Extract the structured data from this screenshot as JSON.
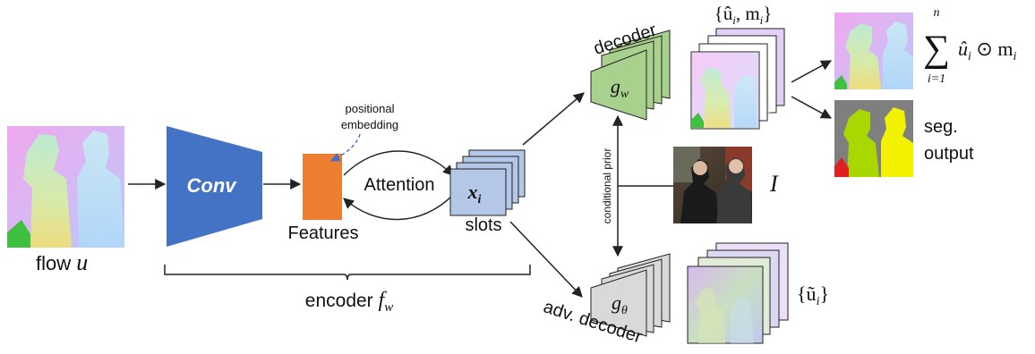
{
  "labels": {
    "flow_word": "flow",
    "flow_var": "u",
    "conv": "Conv",
    "positional": "positional",
    "embedding": "embedding",
    "features": "Features",
    "attention": "Attention",
    "slot_var": "x",
    "slot_sub": "i",
    "slots": "slots",
    "encoder_word": "encoder",
    "encoder_var": "f",
    "encoder_sub": "w",
    "decoder": "decoder",
    "decoder_var": "g",
    "decoder_sub": "w",
    "adv_decoder": "adv. decoder",
    "adv_var": "g",
    "adv_sub": "θ",
    "conditional_prior": "conditional prior",
    "image_var": "I",
    "set_top": "{û",
    "set_top_sub": "i",
    "set_top_rest": ", m",
    "set_top_sub2": "i",
    "set_top_close": "}",
    "sum_top": "n",
    "sum_symbol": "∑",
    "sum_bottom": "i=1",
    "sum_body": "û",
    "sum_body_sub": "i",
    "sum_op": " ⊙ m",
    "sum_body_sub2": "i",
    "seg_line1": "seg.",
    "seg_line2": "output",
    "set_bottom": "{ũ",
    "set_bottom_sub": "i",
    "set_bottom_close": "}"
  },
  "colors": {
    "conv_blue": "#4472c4",
    "features_orange": "#ed7d31",
    "slot_fill": "#b4c7e7",
    "decoder_green": "#a9d18e",
    "adv_gray": "#d9d9d9",
    "dashed_blue": "#4472c4",
    "seg_yellow": "#f2f200",
    "seg_lime": "#a8d800",
    "seg_gray": "#7f7f7f",
    "seg_red": "#e02020"
  }
}
